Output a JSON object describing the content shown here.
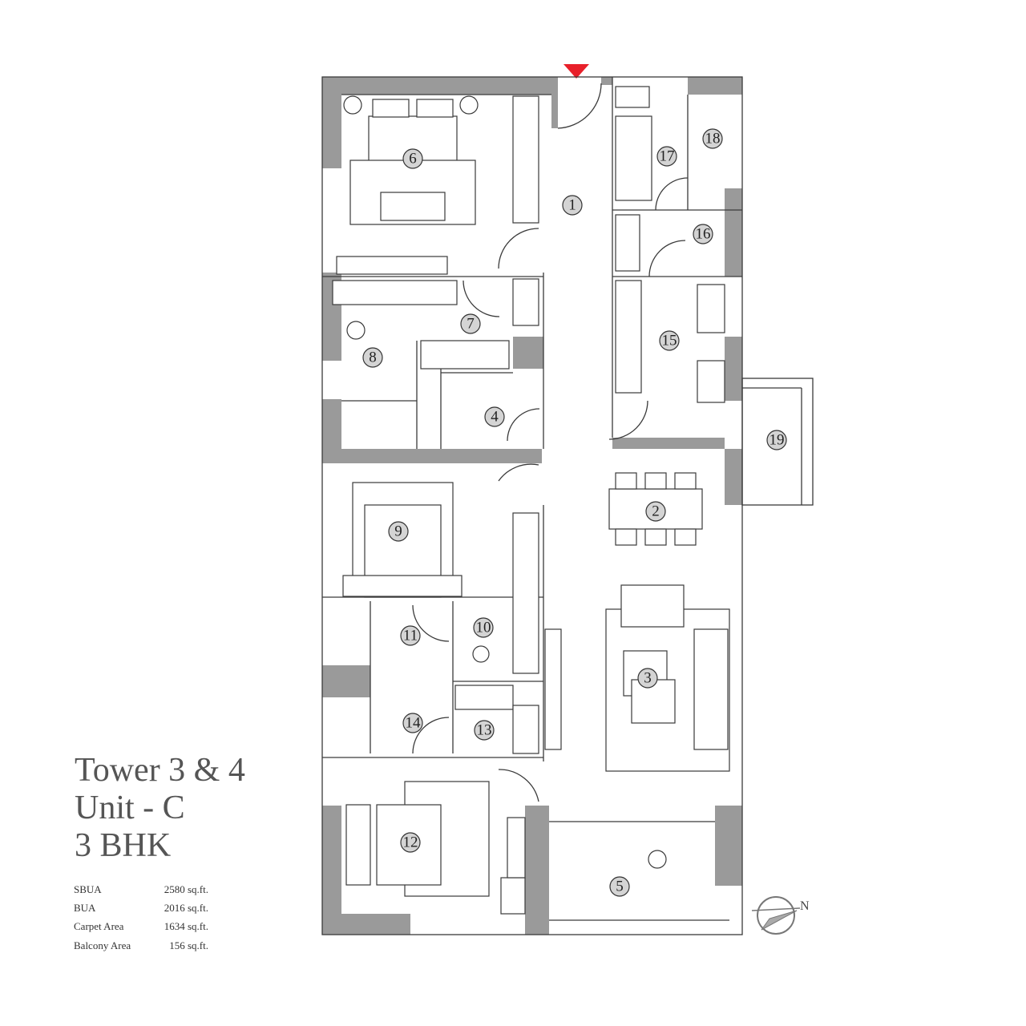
{
  "title": {
    "line1": "Tower 3 & 4",
    "line2": "Unit - C",
    "line3": "3 BHK"
  },
  "areas": [
    {
      "label": "SBUA",
      "value": "2580 sq.ft."
    },
    {
      "label": "BUA",
      "value": "2016 sq.ft."
    },
    {
      "label": "Carpet Area",
      "value": "1634 sq.ft."
    },
    {
      "label": "Balcony Area",
      "value": "156 sq.ft."
    }
  ],
  "rooms": [
    "1",
    "2",
    "3",
    "4",
    "5",
    "6",
    "7",
    "8",
    "9",
    "10",
    "11",
    "12",
    "13",
    "14",
    "15",
    "16",
    "17",
    "18",
    "19"
  ],
  "compass": {
    "label": "N"
  },
  "colors": {
    "wall": "#9a9a9a",
    "entry_marker": "#e8202a",
    "label_fill": "#d4d4d4"
  }
}
